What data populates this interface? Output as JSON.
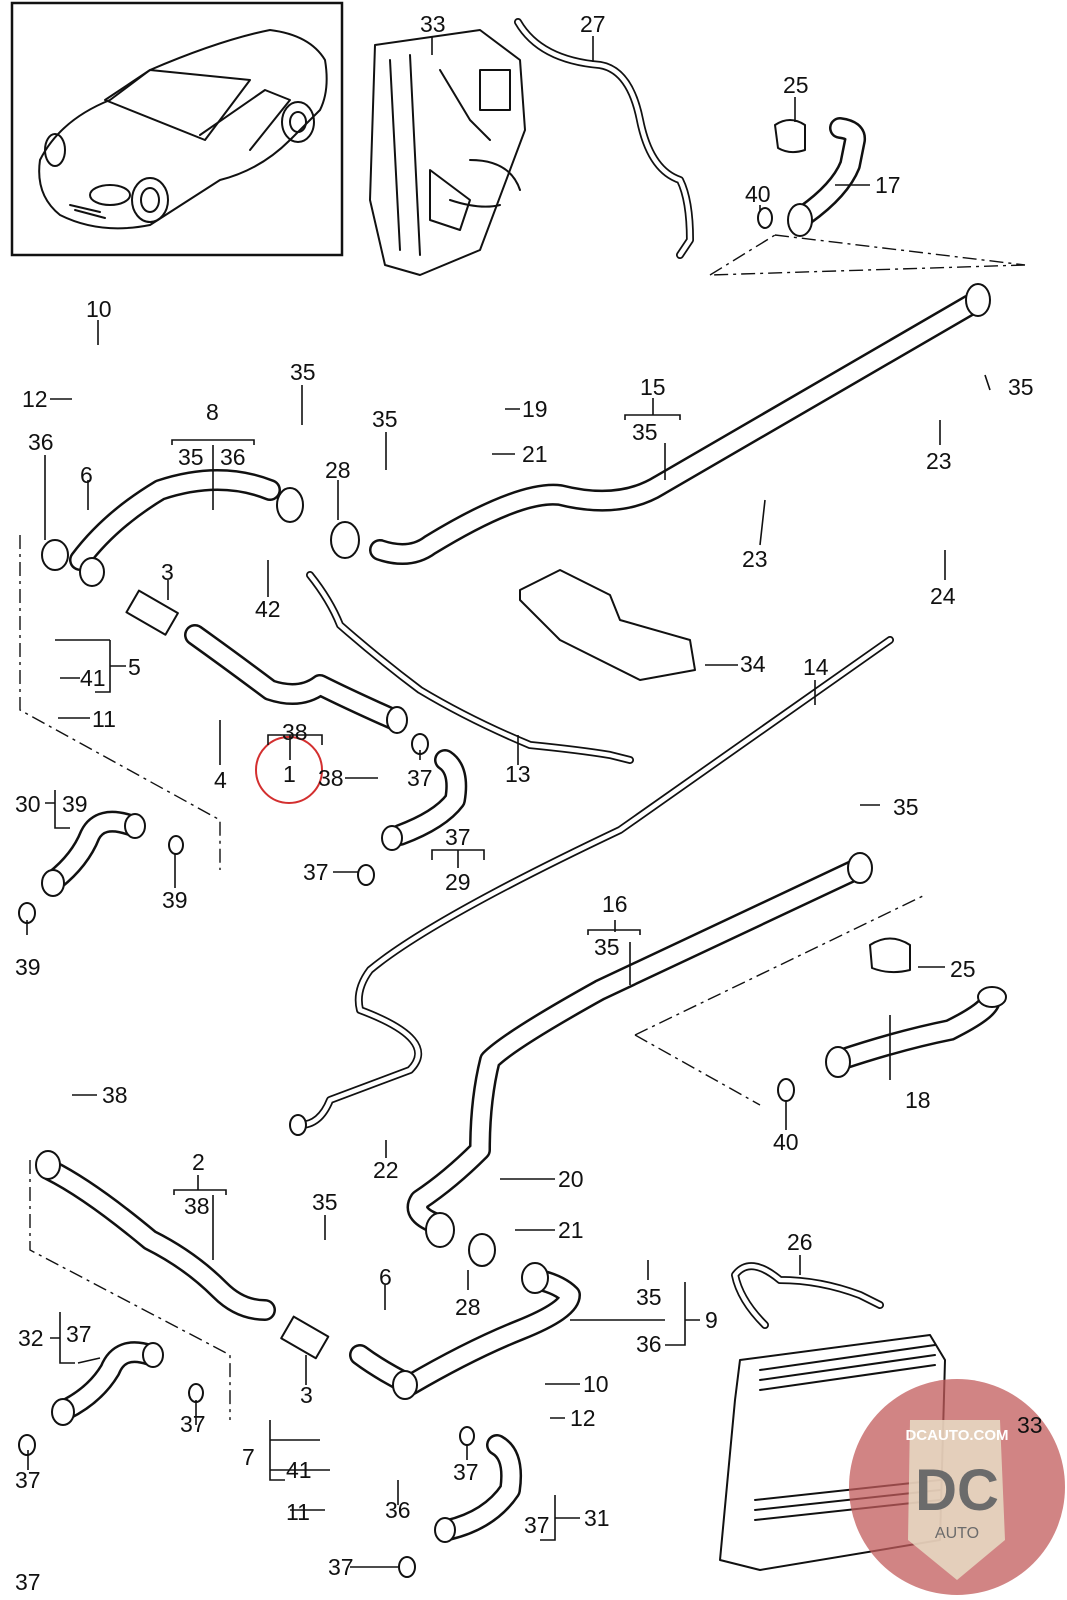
{
  "title": "Porsche Cayman coolant hose and pipe parts diagram",
  "watermark": {
    "top_text": "DCAUTO.COM",
    "monogram": "DC",
    "bottom_text": "AUTO",
    "bg_color": "#c25b5b",
    "shield_color": "#e8dcc4",
    "letter_color": "#6b6b6b"
  },
  "highlight": {
    "part": "1",
    "color": "#d32f2f"
  },
  "labels": [
    {
      "id": "l33a",
      "text": "33"
    },
    {
      "id": "l27",
      "text": "27"
    },
    {
      "id": "l25a",
      "text": "25"
    },
    {
      "id": "l17",
      "text": "17"
    },
    {
      "id": "l40a",
      "text": "40"
    },
    {
      "id": "l10a",
      "text": "10"
    },
    {
      "id": "l12a",
      "text": "12"
    },
    {
      "id": "l35a",
      "text": "35"
    },
    {
      "id": "l8",
      "text": "8"
    },
    {
      "id": "l8s1",
      "text": "35"
    },
    {
      "id": "l8s2",
      "text": "36"
    },
    {
      "id": "l35b",
      "text": "35"
    },
    {
      "id": "l28a",
      "text": "28"
    },
    {
      "id": "l19",
      "text": "19"
    },
    {
      "id": "l21a",
      "text": "21"
    },
    {
      "id": "l15",
      "text": "15"
    },
    {
      "id": "l15s",
      "text": "35"
    },
    {
      "id": "l35c",
      "text": "35"
    },
    {
      "id": "l23a",
      "text": "23"
    },
    {
      "id": "l23b",
      "text": "23"
    },
    {
      "id": "l24",
      "text": "24"
    },
    {
      "id": "l36a",
      "text": "36"
    },
    {
      "id": "l6a",
      "text": "6"
    },
    {
      "id": "l3a",
      "text": "3"
    },
    {
      "id": "l42",
      "text": "42"
    },
    {
      "id": "l34",
      "text": "34"
    },
    {
      "id": "l14",
      "text": "14"
    },
    {
      "id": "l5",
      "text": "5"
    },
    {
      "id": "l41a",
      "text": "41"
    },
    {
      "id": "l11a",
      "text": "11"
    },
    {
      "id": "l4",
      "text": "4"
    },
    {
      "id": "l1s",
      "text": "38"
    },
    {
      "id": "l1",
      "text": "1"
    },
    {
      "id": "l38a",
      "text": "38"
    },
    {
      "id": "l37a",
      "text": "37"
    },
    {
      "id": "l13",
      "text": "13"
    },
    {
      "id": "l30",
      "text": "30"
    },
    {
      "id": "l30s",
      "text": "39"
    },
    {
      "id": "l39a",
      "text": "39"
    },
    {
      "id": "l39b",
      "text": "39"
    },
    {
      "id": "l37b",
      "text": "37"
    },
    {
      "id": "l29s",
      "text": "37"
    },
    {
      "id": "l29",
      "text": "29"
    },
    {
      "id": "l35d",
      "text": "35"
    },
    {
      "id": "l16",
      "text": "16"
    },
    {
      "id": "l16s",
      "text": "35"
    },
    {
      "id": "l25b",
      "text": "25"
    },
    {
      "id": "l18",
      "text": "18"
    },
    {
      "id": "l40b",
      "text": "40"
    },
    {
      "id": "l38b",
      "text": "38"
    },
    {
      "id": "l22",
      "text": "22"
    },
    {
      "id": "l2",
      "text": "2"
    },
    {
      "id": "l2s",
      "text": "38"
    },
    {
      "id": "l20",
      "text": "20"
    },
    {
      "id": "l35e",
      "text": "35"
    },
    {
      "id": "l21b",
      "text": "21"
    },
    {
      "id": "l26",
      "text": "26"
    },
    {
      "id": "l28b",
      "text": "28"
    },
    {
      "id": "l35f",
      "text": "35"
    },
    {
      "id": "l9",
      "text": "9"
    },
    {
      "id": "l36b",
      "text": "36"
    },
    {
      "id": "l32",
      "text": "32"
    },
    {
      "id": "l32s",
      "text": "37"
    },
    {
      "id": "l6b",
      "text": "6"
    },
    {
      "id": "l3b",
      "text": "3"
    },
    {
      "id": "l10b",
      "text": "10"
    },
    {
      "id": "l37c",
      "text": "37"
    },
    {
      "id": "l7",
      "text": "7"
    },
    {
      "id": "l41b",
      "text": "41"
    },
    {
      "id": "l12b",
      "text": "12"
    },
    {
      "id": "l33b",
      "text": "33"
    },
    {
      "id": "l37d",
      "text": "37"
    },
    {
      "id": "l37e",
      "text": "37"
    },
    {
      "id": "l36c",
      "text": "36"
    },
    {
      "id": "l11b",
      "text": "11"
    },
    {
      "id": "l37f",
      "text": "37"
    },
    {
      "id": "l31s",
      "text": "37"
    },
    {
      "id": "l31",
      "text": "31"
    },
    {
      "id": "l37g",
      "text": "37"
    }
  ]
}
